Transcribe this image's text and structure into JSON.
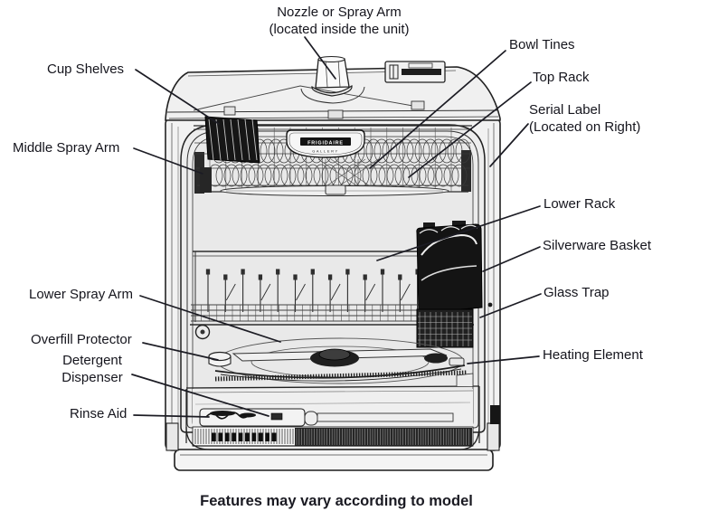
{
  "caption": "Features may vary according to model",
  "badge": {
    "brand": "FRIGIDAIRE",
    "series": "GALLERY"
  },
  "labels": {
    "nozzle_line1": "Nozzle or Spray Arm",
    "nozzle_line2": "(located inside the unit)",
    "cup_shelves": "Cup Shelves",
    "middle_spray_arm": "Middle Spray Arm",
    "lower_spray_arm": "Lower Spray Arm",
    "overfill_protector": "Overfill Protector",
    "detergent_line1": "Detergent",
    "detergent_line2": "Dispenser",
    "rinse_aid": "Rinse Aid",
    "bowl_tines": "Bowl Tines",
    "top_rack": "Top Rack",
    "serial_line1": "Serial Label",
    "serial_line2": "(Located on Right)",
    "lower_rack": "Lower Rack",
    "silverware_basket": "Silverware Basket",
    "glass_trap": "Glass Trap",
    "heating_element": "Heating Element"
  },
  "colors": {
    "ink": "#15151d",
    "line_art": "#222222",
    "paper": "#ffffff"
  }
}
